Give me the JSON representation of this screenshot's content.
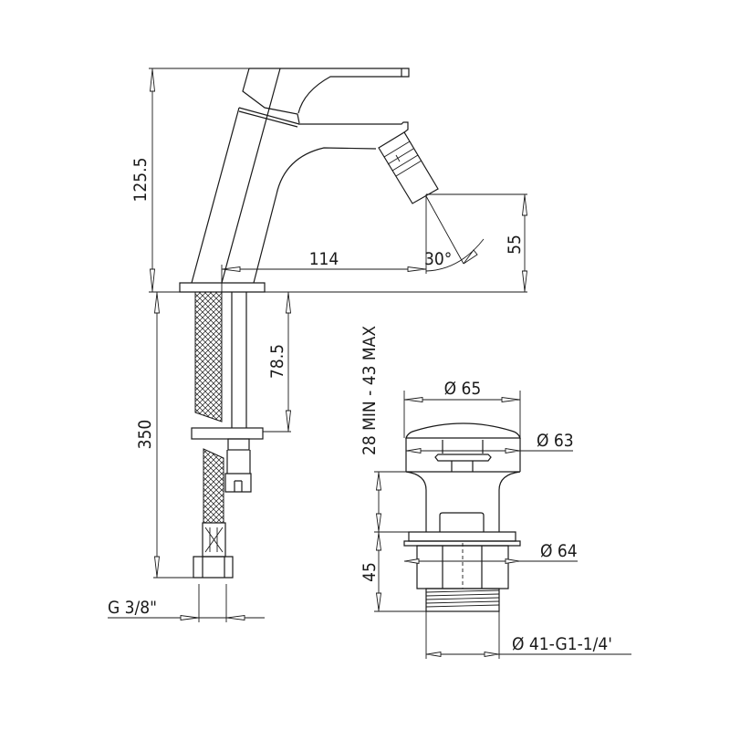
{
  "drawing": {
    "faucet_dimensions": {
      "height": "125.5",
      "spout_reach": "114",
      "spout_height": "55",
      "spray_angle": "30°"
    },
    "supply_dimensions": {
      "hose_length": "350",
      "shank_length": "78.5",
      "connection_thread": "G  3/8\""
    },
    "drain_dimensions": {
      "cap_diameter": "Ø 65",
      "flange_diameter": "Ø 63",
      "basin_thickness": "28 MIN  -  43 MAX",
      "body_height": "45",
      "nut_diameter": "Ø 64",
      "thread": "Ø 41-G1-1/4'"
    },
    "colors": {
      "line": "#1a1a1a",
      "background": "#ffffff"
    }
  }
}
